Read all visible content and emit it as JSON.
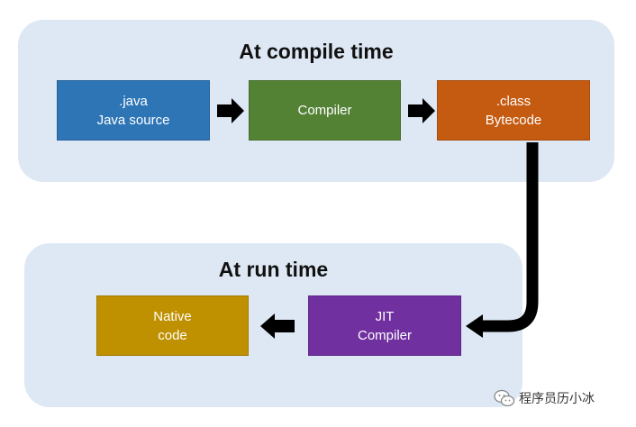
{
  "compile_stage": {
    "title": "At compile time",
    "boxes": [
      {
        "line1": ".java",
        "line2": "Java source"
      },
      {
        "line1": "Compiler",
        "line2": ""
      },
      {
        "line1": ".class",
        "line2": "Bytecode"
      }
    ]
  },
  "run_stage": {
    "title": "At run time",
    "boxes": [
      {
        "line1": "JIT",
        "line2": "Compiler"
      },
      {
        "line1": "Native",
        "line2": "code"
      }
    ]
  },
  "watermark": {
    "text": "程序员历小冰",
    "icon": "wechat-icon"
  },
  "colors": {
    "panel_bg": "#dde8f4",
    "java_box": "#2e75b6",
    "compiler_box": "#548235",
    "class_box": "#c55a11",
    "jit_box": "#7030a0",
    "native_box": "#bf9000",
    "arrow": "#000000"
  }
}
